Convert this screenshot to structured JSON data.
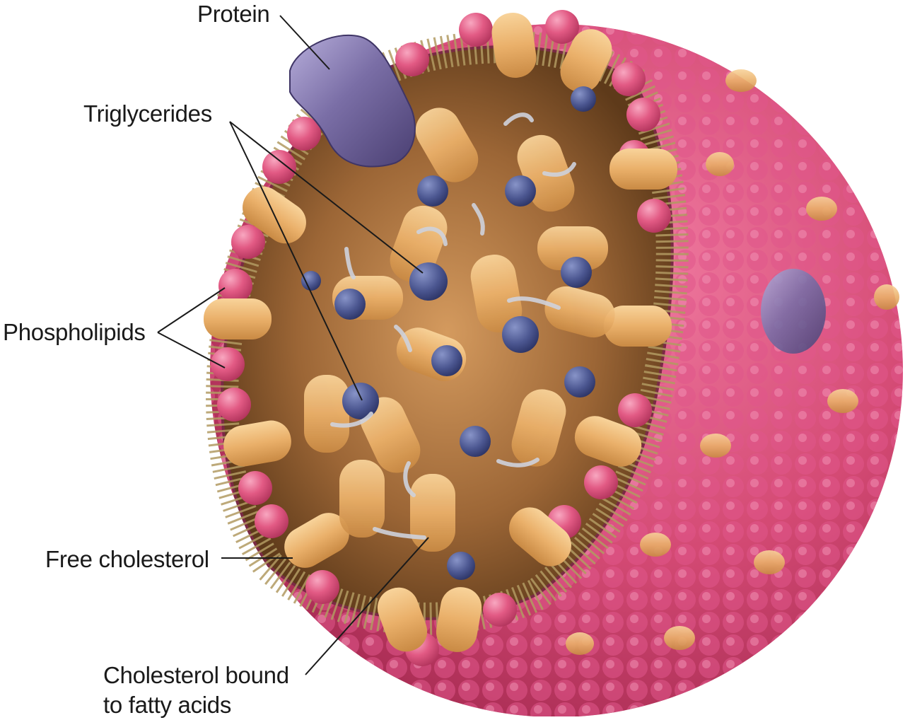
{
  "labels": {
    "protein": "Protein",
    "triglycerides": "Triglycerides",
    "phospholipids": "Phospholipids",
    "free_cholesterol": "Free cholesterol",
    "bound_line1": "Cholesterol bound",
    "bound_line2": "to fatty acids"
  },
  "colors": {
    "phospholipid_head": "#d8466f",
    "surface": "#c63a66",
    "cholesterol": "#e8ad62",
    "glycerol": "#4d5a92",
    "protein": "#6a5e93",
    "core": "#8a5a2c",
    "tail": "#b29a62"
  }
}
